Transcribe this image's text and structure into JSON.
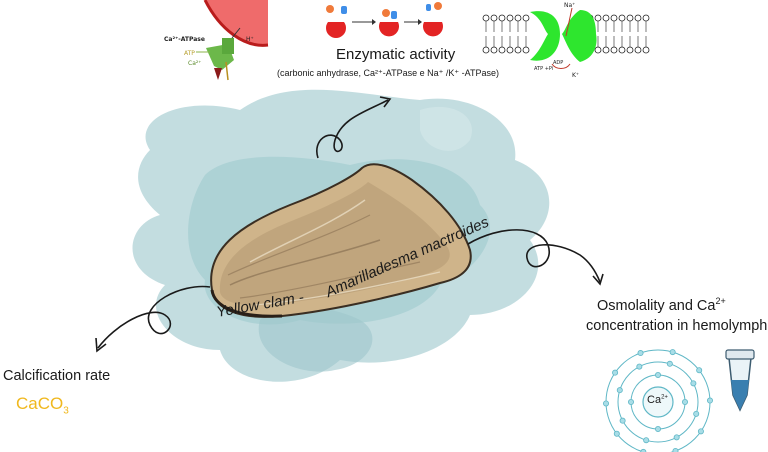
{
  "enzymatic": {
    "title": "Enzymatic activity",
    "subtitle": "(carbonic anhydrase, Ca²⁺-ATPase e Na⁺ /K⁺ -ATPase)"
  },
  "ca_atpase_icon": {
    "label": "Ca²⁺-ATPase",
    "atp": "ATP",
    "ca": "Ca²⁺",
    "h": "H⁺"
  },
  "membrane_icon": {
    "na": "Na⁺",
    "k": "K⁺",
    "adp": "ADP",
    "atp": "ATP +Pi"
  },
  "clam": {
    "common_name": "Yellow clam -",
    "scientific_name": "Amarilladesma mactroides"
  },
  "osmolality": {
    "line1": "Osmolality and Ca",
    "sup": "2+",
    "line2": "concentration in hemolymph"
  },
  "calcification": {
    "label": "Calcification rate",
    "formula_main": "CaCO",
    "formula_sub": "3"
  },
  "atom": {
    "label": "Ca",
    "sup": "2+"
  },
  "colors": {
    "wash": "#b9d8dc",
    "wash_dark": "#9fc8cd",
    "shell_gold": "#caa97a",
    "calcification": "#f0b81e",
    "protein_red": "#e02a2a",
    "channel_green": "#2ee62e"
  }
}
